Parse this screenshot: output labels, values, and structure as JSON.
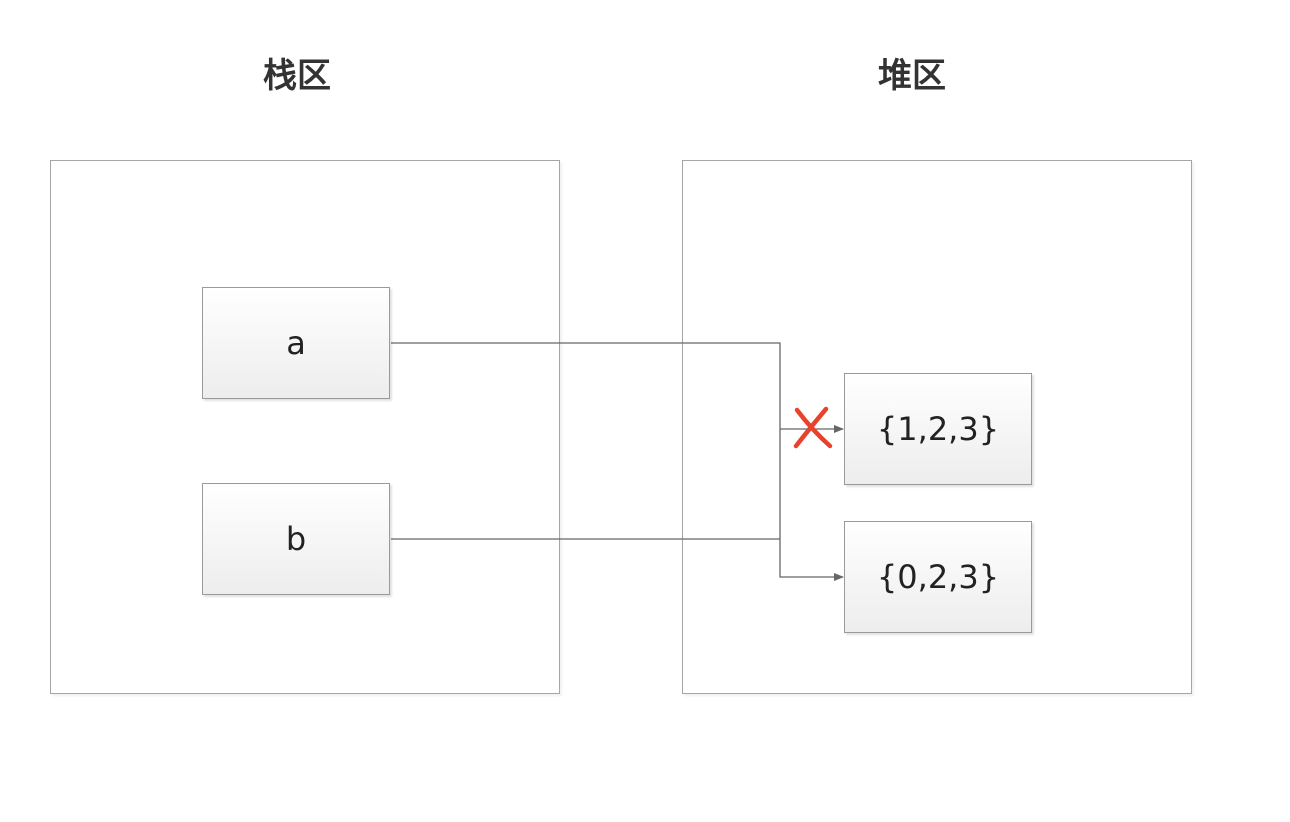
{
  "regions": {
    "stack": {
      "title": "栈区"
    },
    "heap": {
      "title": "堆区"
    }
  },
  "variables": {
    "a": {
      "label": "a"
    },
    "b": {
      "label": "b"
    }
  },
  "objects": {
    "old": {
      "label": "{1,2,3}"
    },
    "new": {
      "label": "{0,2,3}"
    }
  },
  "colors": {
    "line": "#666666",
    "cross": "#e8412c",
    "border": "#a6a6a6"
  },
  "icons": {
    "cut_reference": "cross-icon"
  }
}
